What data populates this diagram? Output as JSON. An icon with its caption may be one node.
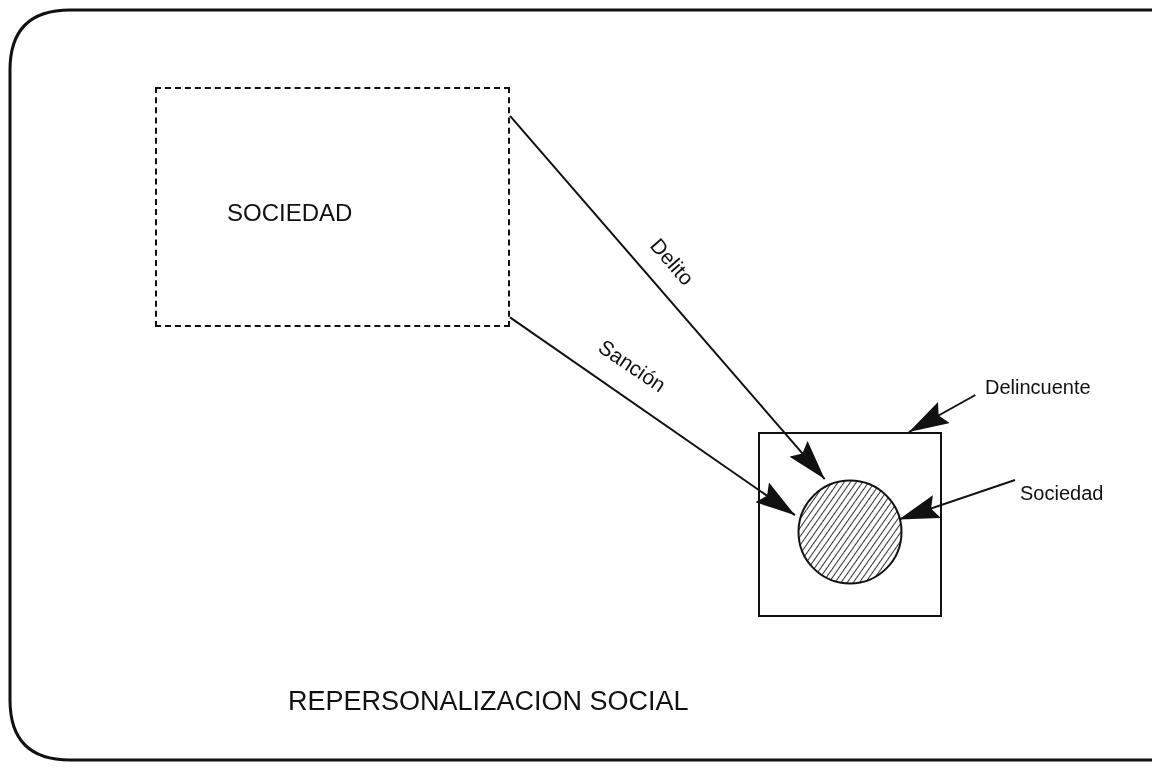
{
  "diagram": {
    "title": "REPERSONALIZACION SOCIAL",
    "nodes": [
      {
        "text": [
          "SOCIEDAD"
        ]
      },
      {
        "text": [],
        "shape": "box"
      },
      {
        "text": [],
        "shape": "circle",
        "in": 1
      },
      {
        "text": [
          "Delincuente"
        ]
      },
      {
        "text": [
          "Sociedad"
        ]
      }
    ],
    "edges": [
      {
        "from": 0,
        "to": 2,
        "arrow": "to",
        "label": "Delito"
      },
      {
        "from": 0,
        "to": 2,
        "arrow": "to",
        "label": "Sanción"
      },
      {
        "from": 3,
        "to": 1,
        "arrow": "to"
      },
      {
        "from": 4,
        "to": 2,
        "arrow": "to"
      }
    ]
  }
}
